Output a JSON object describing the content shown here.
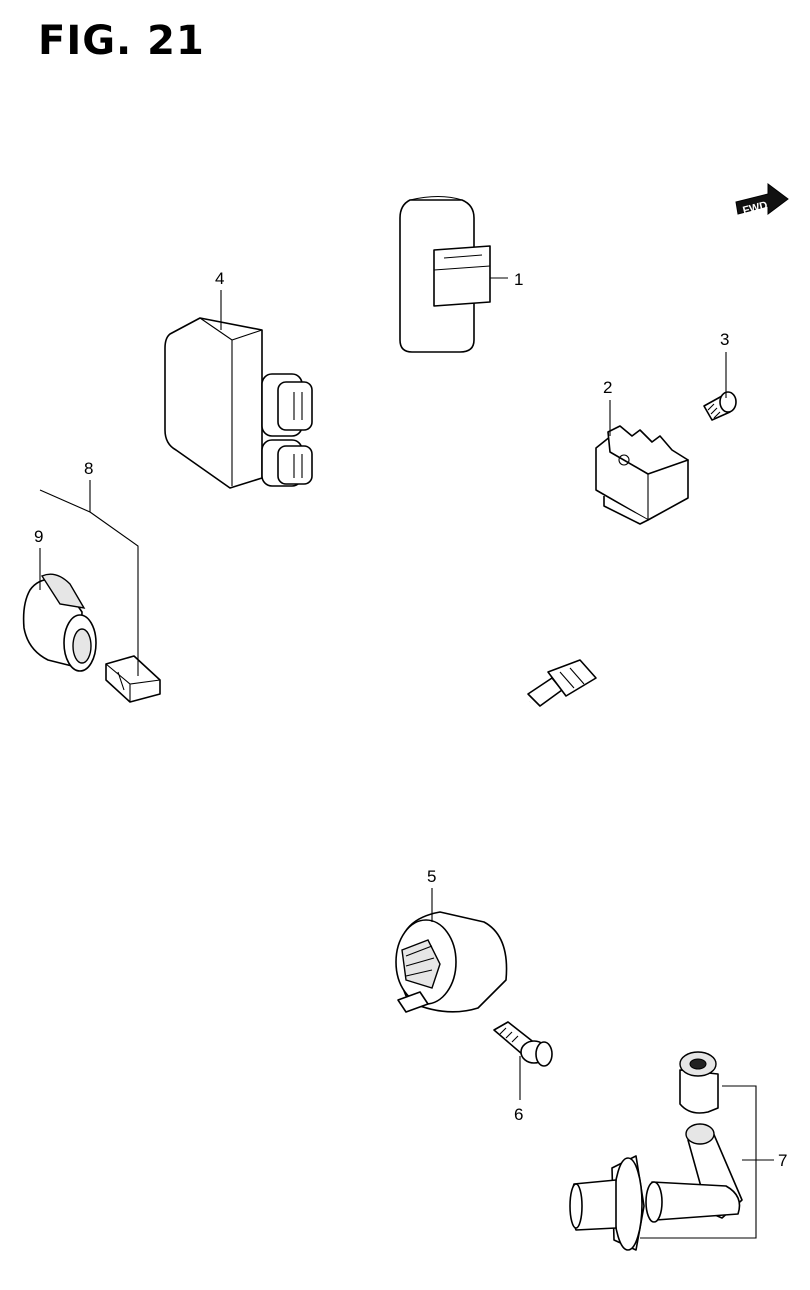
{
  "figure": {
    "title": "FIG. 21"
  },
  "fwd_badge": {
    "label": "FWD"
  },
  "callouts": [
    {
      "id": "1",
      "label": "1"
    },
    {
      "id": "2",
      "label": "2"
    },
    {
      "id": "3",
      "label": "3"
    },
    {
      "id": "4",
      "label": "4"
    },
    {
      "id": "5",
      "label": "5"
    },
    {
      "id": "6",
      "label": "6"
    },
    {
      "id": "7",
      "label": "7"
    },
    {
      "id": "8",
      "label": "8"
    },
    {
      "id": "9",
      "label": "9"
    }
  ]
}
